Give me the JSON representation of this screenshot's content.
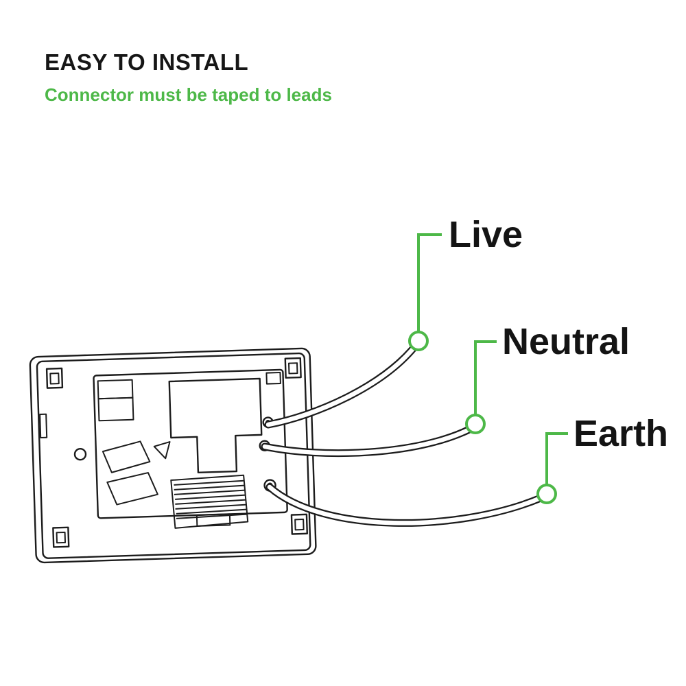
{
  "page": {
    "title": "EASY TO INSTALL",
    "subtitle": "Connector must be taped to leads"
  },
  "colors": {
    "green": "#4db848",
    "line": "#1c1c1c",
    "text": "#141414",
    "background": "#ffffff"
  },
  "diagram": {
    "type": "wiring-instruction",
    "device": "wall-mounted backplate with wire terminals",
    "labels": {
      "live": "Live",
      "neutral": "Neutral",
      "earth": "Earth"
    }
  }
}
